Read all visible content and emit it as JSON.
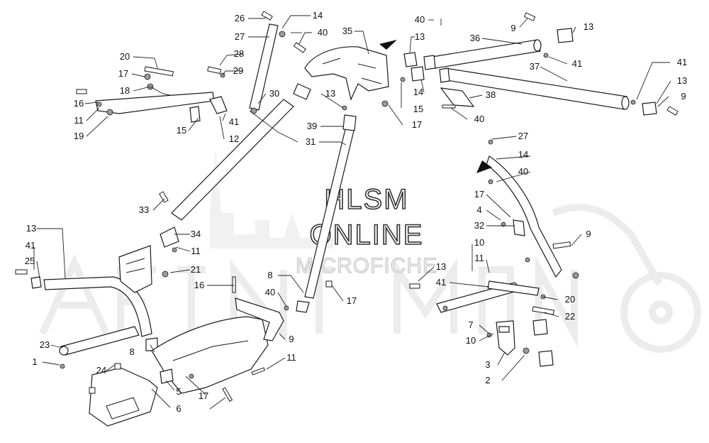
{
  "watermark": {
    "line1": "HLSM",
    "line2": "ONLINE",
    "line3": "MICROFICHE",
    "background_logo": "Arctic Cat"
  },
  "callouts": [
    {
      "id": "c26",
      "text": "26"
    },
    {
      "id": "c14a",
      "text": "14"
    },
    {
      "id": "c27a",
      "text": "27"
    },
    {
      "id": "c40a",
      "text": "40"
    },
    {
      "id": "c35",
      "text": "35"
    },
    {
      "id": "c40b",
      "text": "40"
    },
    {
      "id": "c13a",
      "text": "13"
    },
    {
      "id": "c9a",
      "text": "9"
    },
    {
      "id": "c13b",
      "text": "13"
    },
    {
      "id": "c36",
      "text": "36"
    },
    {
      "id": "c28",
      "text": "28"
    },
    {
      "id": "c20a",
      "text": "20"
    },
    {
      "id": "c41a",
      "text": "41"
    },
    {
      "id": "c37",
      "text": "37"
    },
    {
      "id": "c41b",
      "text": "41"
    },
    {
      "id": "c29",
      "text": "29"
    },
    {
      "id": "c17a",
      "text": "17"
    },
    {
      "id": "c13c",
      "text": "13"
    },
    {
      "id": "c18",
      "text": "18"
    },
    {
      "id": "c30",
      "text": "30"
    },
    {
      "id": "c13d",
      "text": "13"
    },
    {
      "id": "c38",
      "text": "38"
    },
    {
      "id": "c9b",
      "text": "9"
    },
    {
      "id": "c14b",
      "text": "14"
    },
    {
      "id": "c15a",
      "text": "15"
    },
    {
      "id": "c16a",
      "text": "16"
    },
    {
      "id": "c11a",
      "text": "11"
    },
    {
      "id": "c41c",
      "text": "41"
    },
    {
      "id": "c39",
      "text": "39"
    },
    {
      "id": "c40c",
      "text": "40"
    },
    {
      "id": "c17b",
      "text": "17"
    },
    {
      "id": "c19",
      "text": "19"
    },
    {
      "id": "c15b",
      "text": "15"
    },
    {
      "id": "c12",
      "text": "12"
    },
    {
      "id": "c31",
      "text": "31"
    },
    {
      "id": "c27b",
      "text": "27"
    },
    {
      "id": "c14c",
      "text": "14"
    },
    {
      "id": "c40d",
      "text": "40"
    },
    {
      "id": "c33",
      "text": "33"
    },
    {
      "id": "c17c",
      "text": "17"
    },
    {
      "id": "c4",
      "text": "4"
    },
    {
      "id": "c13e",
      "text": "13"
    },
    {
      "id": "c34",
      "text": "34"
    },
    {
      "id": "c32",
      "text": "32"
    },
    {
      "id": "c9c",
      "text": "9"
    },
    {
      "id": "c41d",
      "text": "41"
    },
    {
      "id": "c11b",
      "text": "11"
    },
    {
      "id": "c10a",
      "text": "10"
    },
    {
      "id": "c25",
      "text": "25"
    },
    {
      "id": "c11c",
      "text": "11"
    },
    {
      "id": "c21",
      "text": "21"
    },
    {
      "id": "c13f",
      "text": "13"
    },
    {
      "id": "c8a",
      "text": "8"
    },
    {
      "id": "c16b",
      "text": "16"
    },
    {
      "id": "c41e",
      "text": "41"
    },
    {
      "id": "c40e",
      "text": "40"
    },
    {
      "id": "c17d",
      "text": "17"
    },
    {
      "id": "c20b",
      "text": "20"
    },
    {
      "id": "c22",
      "text": "22"
    },
    {
      "id": "c7",
      "text": "7"
    },
    {
      "id": "c9d",
      "text": "9"
    },
    {
      "id": "c23",
      "text": "23"
    },
    {
      "id": "c10b",
      "text": "10"
    },
    {
      "id": "c8b",
      "text": "8"
    },
    {
      "id": "c11d",
      "text": "11"
    },
    {
      "id": "c1",
      "text": "1"
    },
    {
      "id": "c24",
      "text": "24"
    },
    {
      "id": "c3",
      "text": "3"
    },
    {
      "id": "c5",
      "text": "5"
    },
    {
      "id": "c17e",
      "text": "17"
    },
    {
      "id": "c2",
      "text": "2"
    },
    {
      "id": "c6",
      "text": "6"
    }
  ]
}
